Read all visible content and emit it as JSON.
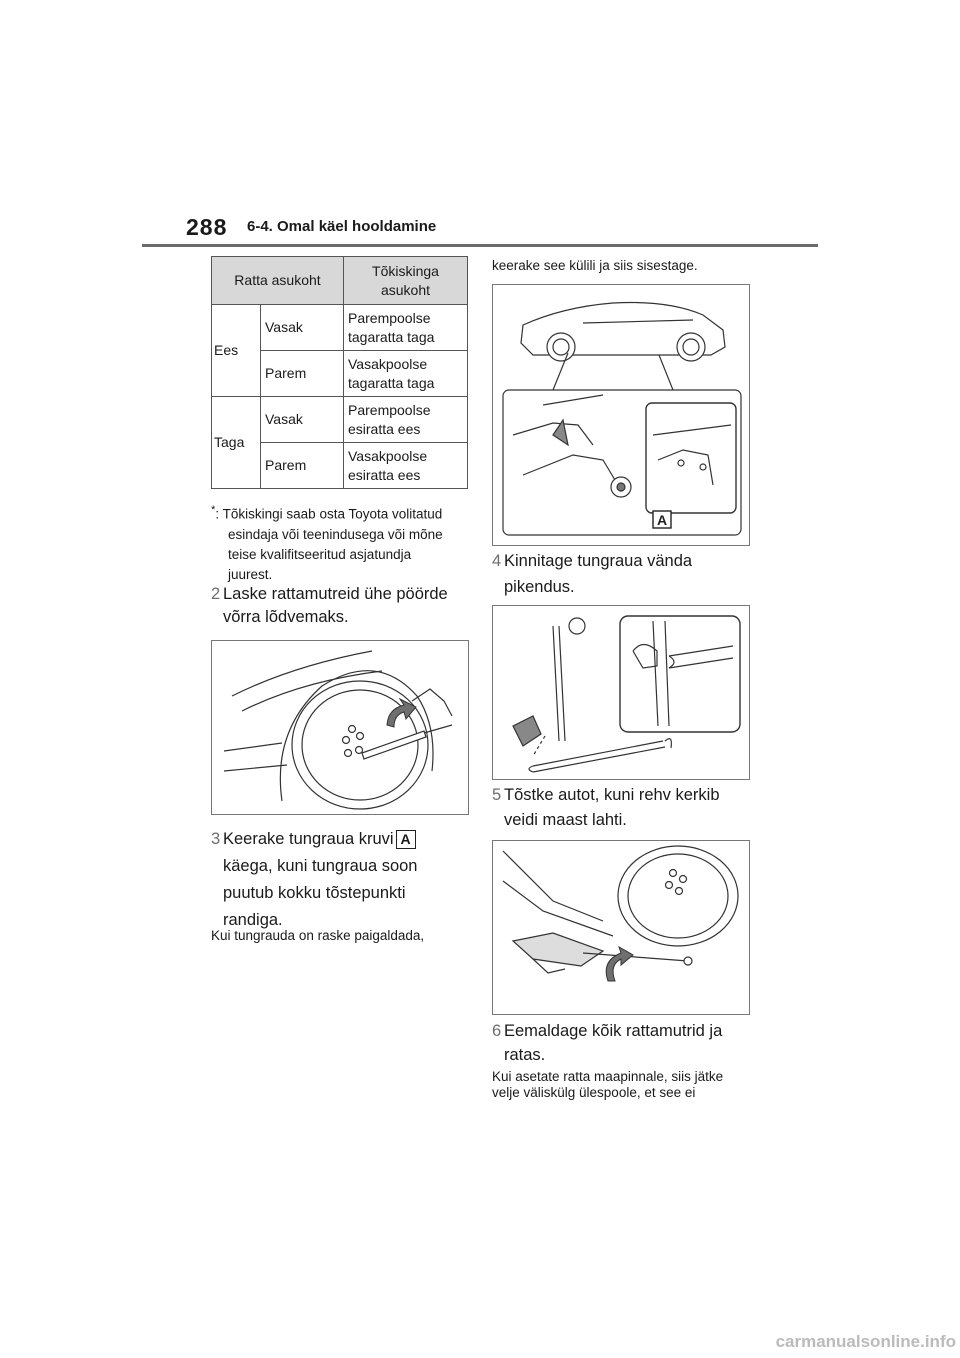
{
  "header": {
    "page_number": "288",
    "section_title": "6-4. Omal käel hooldamine"
  },
  "jack_table": {
    "col1_header": "Ratta asukoht",
    "col2_header_line1": "Tõkiskinga",
    "col2_header_line2": "asukoht",
    "rows": [
      {
        "main": "Ees",
        "side": "Vasak",
        "point_l1": "Parempoolse",
        "point_l2": "tagaratta taga"
      },
      {
        "main": "",
        "side": "Parem",
        "point_l1": "Vasakpoolse",
        "point_l2": "tagaratta taga"
      },
      {
        "main": "Taga",
        "side": "Vasak",
        "point_l1": "Parempoolse",
        "point_l2": "esiratta ees"
      },
      {
        "main": "",
        "side": "Parem",
        "point_l1": "Vasakpoolse",
        "point_l2": "esiratta ees"
      }
    ]
  },
  "footnote": {
    "marker": "*",
    "line1": ": Tõkiskingi saab osta Toyota volitatud",
    "line2": "esindaja või teenindusega või mõne",
    "line3": "teise kvalifitseeritud asjatundja",
    "line4": "juurest."
  },
  "steps": {
    "s2": {
      "num": "2",
      "l1": "Laske rattamutreid ühe pöörde",
      "l2": "võrra lõdvemaks."
    },
    "s3": {
      "num": "3",
      "l1": "Keerake tungraua kruvi",
      "marker": "A",
      "l2": "käega, kuni tungraua soon",
      "l3": "puutub kokku tõstepunkti",
      "l4": "randiga."
    },
    "s3_note": "Kui tungrauda on raske paigaldada,",
    "s3_note_cont": "keerake see külili ja siis sisestage.",
    "s4": {
      "num": "4",
      "l1": "Kinnitage tungraua vända",
      "l2": "pikendus."
    },
    "s5": {
      "num": "5",
      "l1": "Tõstke autot, kuni rehv kerkib",
      "l2": "veidi maast lahti."
    },
    "s6": {
      "num": "6",
      "l1": "Eemaldage kõik rattamutrid ja",
      "l2": "ratas."
    },
    "s6_note_l1": "Kui asetate ratta maapinnale, siis jätke",
    "s6_note_l2": "velje väliskülg ülespoole, et see ei"
  },
  "figures": {
    "jack_detail_label": "A"
  },
  "watermark": "carmanualsonline.info"
}
